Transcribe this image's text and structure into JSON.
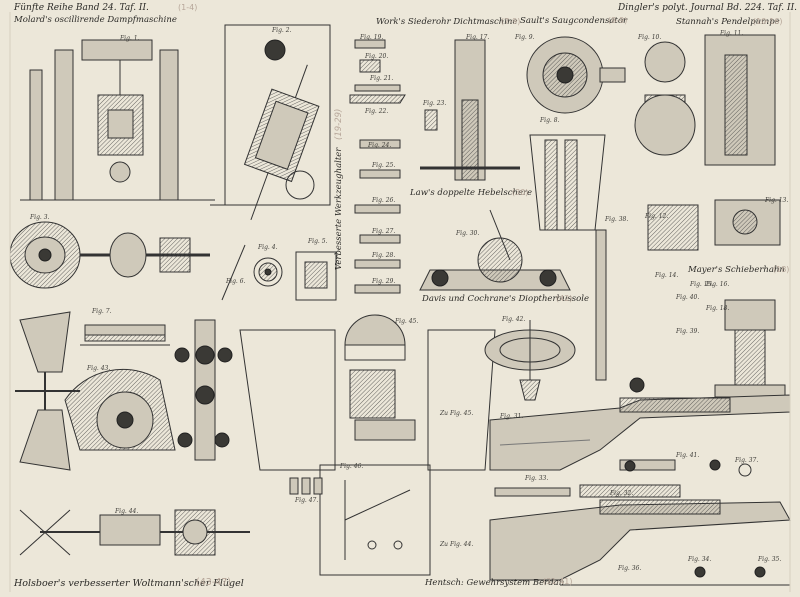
{
  "header": {
    "left": "Fünfte Reihe Band 24. Taf. II.",
    "left_note": "(1-4)",
    "right": "Dingler's polyt. Journal Bd. 224. Taf. II."
  },
  "sections": [
    {
      "id": "molard",
      "title": "Molard's oscillirende Dampfmaschine",
      "note": "(1-4)"
    },
    {
      "id": "work",
      "title": "Work's Siederohr Dichtmaschine",
      "note": "(7-9)"
    },
    {
      "id": "sault",
      "title": "Sault's Saugcondensator",
      "note": "(8-9)"
    },
    {
      "id": "stannah",
      "title": "Stannah's Pendelpumpe",
      "note": "(10-16)"
    },
    {
      "id": "werkzeughalter",
      "title": "Verbesserte Werkzeughalter",
      "note": "(19-29)"
    },
    {
      "id": "law",
      "title": "Law's doppelte Hebelschere",
      "note": "(30)"
    },
    {
      "id": "mayer",
      "title": "Mayer's Schieberhahn",
      "note": "(18)"
    },
    {
      "id": "davis",
      "title": "Davis und Cochrane's Dioptherbussole",
      "note": "(42)"
    },
    {
      "id": "holsboer",
      "title": "Holsboer's verbesserter Woltmann'scher Flügel",
      "note": "(43-47)"
    },
    {
      "id": "hentsch",
      "title": "Hentsch: Gewehrsystem Berdan",
      "note": "(31-41)"
    }
  ],
  "figures": {
    "f1": "Fig. 1.",
    "f2": "Fig. 2.",
    "f3": "Fig. 3.",
    "f4": "Fig. 4.",
    "f5": "Fig. 5.",
    "f6": "Fig. 6.",
    "f7": "Fig. 7.",
    "f8": "Fig. 8.",
    "f9": "Fig. 9.",
    "f10": "Fig. 10.",
    "f11": "Fig. 11.",
    "f12": "Fig. 12.",
    "f13": "Fig. 13.",
    "f14": "Fig. 14.",
    "f15": "Fig. 15.",
    "f16": "Fig. 16.",
    "f17": "Fig. 17.",
    "f18": "Fig. 18.",
    "f19": "Fig. 19.",
    "f20": "Fig. 20.",
    "f21": "Fig. 21.",
    "f22": "Fig. 22.",
    "f23": "Fig. 23.",
    "f24": "Fig. 24.",
    "f25": "Fig. 25.",
    "f26": "Fig. 26.",
    "f27": "Fig. 27.",
    "f28": "Fig. 28.",
    "f29": "Fig. 29.",
    "f30": "Fig. 30.",
    "f31": "Fig. 31.",
    "f32": "Fig. 32.",
    "f33": "Fig. 33.",
    "f34": "Fig. 34.",
    "f35": "Fig. 35.",
    "f36": "Fig. 36.",
    "f37": "Fig. 37.",
    "f38": "Fig. 38.",
    "f39": "Fig. 39.",
    "f40": "Fig. 40.",
    "f41": "Fig. 41.",
    "f42": "Fig. 42.",
    "f43": "Fig. 43.",
    "f44": "Fig. 44.",
    "f45": "Fig. 45.",
    "f46": "Fig. 46.",
    "f47": "Fig. 47.",
    "zu45": "Zu Fig. 45.",
    "zu44": "Zu Fig. 44."
  },
  "colors": {
    "paper": "#ece7d9",
    "ink": "#2b2a27",
    "pencil": "#b7a79a"
  }
}
